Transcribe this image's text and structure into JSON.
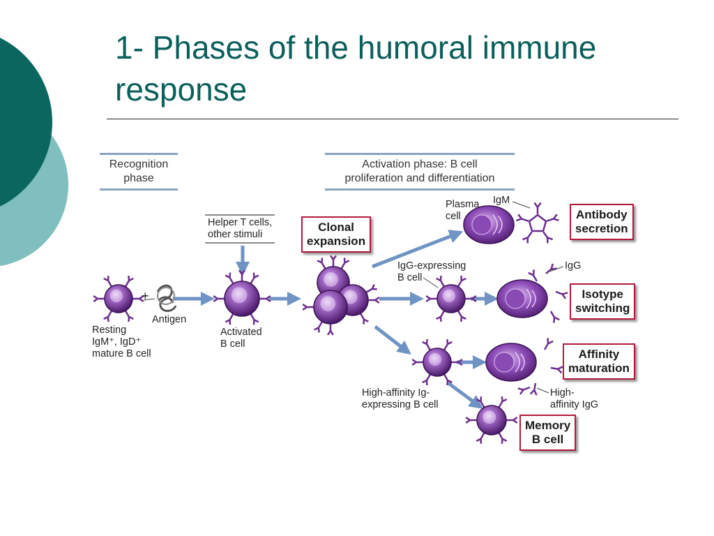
{
  "slide": {
    "title": "1- Phases of the humoral immune response",
    "accent_color": "#0b5f5a",
    "accent_light": "#7fbfbd"
  },
  "diagram": {
    "phases": {
      "recognition": "Recognition\nphase",
      "activation": "Activation phase: B cell\nproliferation and differentiation"
    },
    "labels": {
      "helper": "Helper T cells,\nother stimuli",
      "resting": "Resting\nIgM⁺, IgD⁺\nmature B cell",
      "antigen": "Antigen",
      "plus": "+",
      "activated": "Activated\nB cell",
      "plasma": "Plasma\ncell",
      "igm": "IgM",
      "igg_expressing": "IgG-expressing\nB cell",
      "igg": "IgG",
      "high_aff_b": "High-affinity Ig-\nexpressing B cell",
      "high_aff_igg": "High-\naffinity IgG"
    },
    "outcomes": {
      "clonal": "Clonal\nexpansion",
      "antibody": "Antibody\nsecretion",
      "isotype": "Isotype\nswitching",
      "affinity": "Affinity\nmaturation",
      "memory": "Memory\nB cell"
    },
    "colors": {
      "cell": "#6b2d8c",
      "arrow": "#6f93c2",
      "box_border": "#b0183a",
      "phase_border": "#8aa3c2"
    }
  }
}
